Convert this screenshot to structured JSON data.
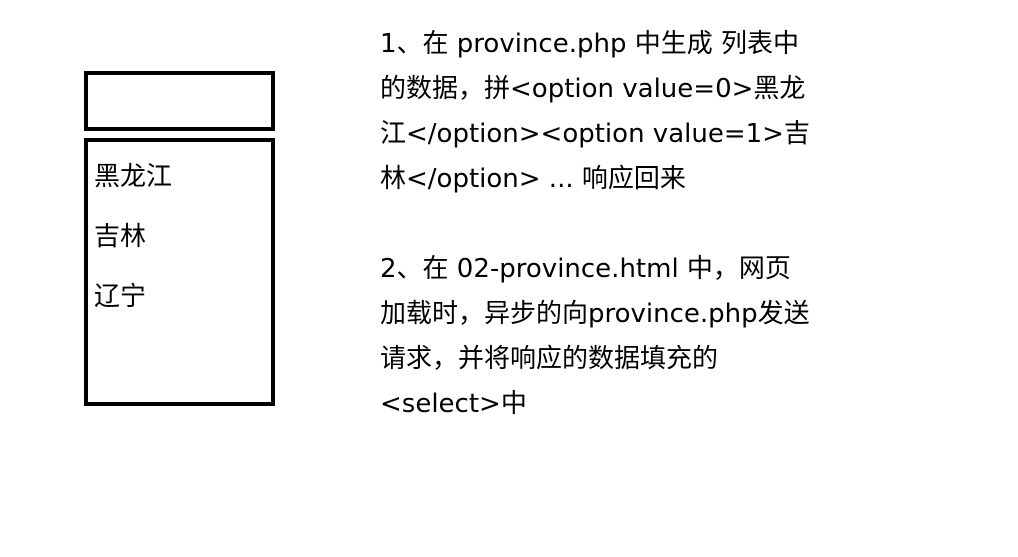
{
  "listbox": {
    "options": [
      "黑龙江",
      "吉林",
      "辽宁"
    ]
  },
  "steps": [
    {
      "lines": [
        "1、在 province.php 中生成 列表中",
        "的数据，拼<option value=0>黑龙",
        "江</option><option value=1>吉",
        "林</option> ... 响应回来"
      ]
    },
    {
      "lines": [
        "2、在 02-province.html 中，网页",
        "加载时，异步的向province.php发送",
        "请求，并将响应的数据填充的",
        "<select>中"
      ]
    }
  ]
}
